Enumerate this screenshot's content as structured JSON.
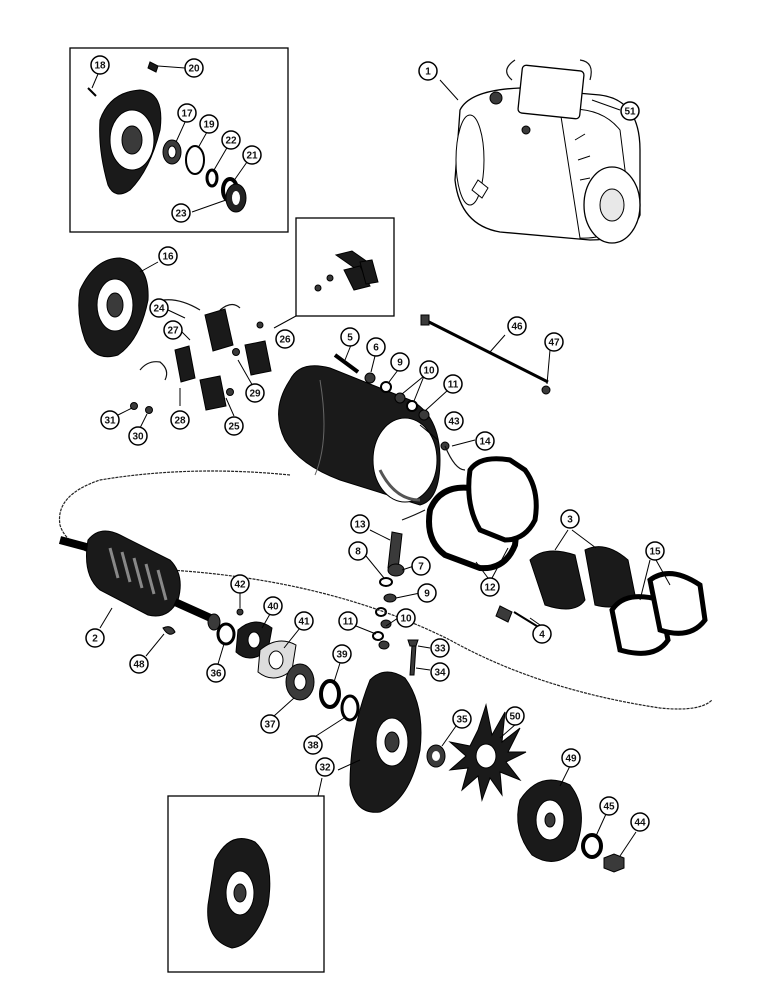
{
  "diagram": {
    "callouts": [
      {
        "id": "c1",
        "label": "1"
      },
      {
        "id": "c2",
        "label": "2"
      },
      {
        "id": "c3",
        "label": "3"
      },
      {
        "id": "c4",
        "label": "4"
      },
      {
        "id": "c5",
        "label": "5"
      },
      {
        "id": "c6",
        "label": "6"
      },
      {
        "id": "c7",
        "label": "7"
      },
      {
        "id": "c8",
        "label": "8"
      },
      {
        "id": "c9a",
        "label": "9"
      },
      {
        "id": "c9b",
        "label": "9"
      },
      {
        "id": "c10a",
        "label": "10"
      },
      {
        "id": "c10b",
        "label": "10"
      },
      {
        "id": "c11a",
        "label": "11"
      },
      {
        "id": "c11b",
        "label": "11"
      },
      {
        "id": "c12",
        "label": "12"
      },
      {
        "id": "c13",
        "label": "13"
      },
      {
        "id": "c14",
        "label": "14"
      },
      {
        "id": "c15",
        "label": "15"
      },
      {
        "id": "c16",
        "label": "16"
      },
      {
        "id": "c17",
        "label": "17"
      },
      {
        "id": "c18",
        "label": "18"
      },
      {
        "id": "c19",
        "label": "19"
      },
      {
        "id": "c20",
        "label": "20"
      },
      {
        "id": "c21",
        "label": "21"
      },
      {
        "id": "c22",
        "label": "22"
      },
      {
        "id": "c23",
        "label": "23"
      },
      {
        "id": "c24",
        "label": "24"
      },
      {
        "id": "c25",
        "label": "25"
      },
      {
        "id": "c26",
        "label": "26"
      },
      {
        "id": "c27",
        "label": "27"
      },
      {
        "id": "c28",
        "label": "28"
      },
      {
        "id": "c29",
        "label": "29"
      },
      {
        "id": "c30",
        "label": "30"
      },
      {
        "id": "c31",
        "label": "31"
      },
      {
        "id": "c32",
        "label": "32"
      },
      {
        "id": "c33",
        "label": "33"
      },
      {
        "id": "c34",
        "label": "34"
      },
      {
        "id": "c35",
        "label": "35"
      },
      {
        "id": "c36",
        "label": "36"
      },
      {
        "id": "c37",
        "label": "37"
      },
      {
        "id": "c38",
        "label": "38"
      },
      {
        "id": "c39",
        "label": "39"
      },
      {
        "id": "c40",
        "label": "40"
      },
      {
        "id": "c41",
        "label": "41"
      },
      {
        "id": "c42",
        "label": "42"
      },
      {
        "id": "c43",
        "label": "43"
      },
      {
        "id": "c44",
        "label": "44"
      },
      {
        "id": "c45",
        "label": "45"
      },
      {
        "id": "c46",
        "label": "46"
      },
      {
        "id": "c47",
        "label": "47"
      },
      {
        "id": "c48",
        "label": "48"
      },
      {
        "id": "c49",
        "label": "49"
      },
      {
        "id": "c50",
        "label": "50"
      },
      {
        "id": "c51",
        "label": "51"
      }
    ]
  }
}
